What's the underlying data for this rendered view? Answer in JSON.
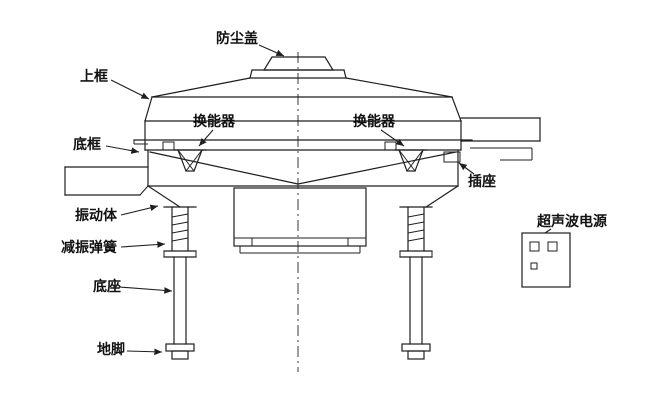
{
  "diagram": {
    "labels": {
      "dust_cover": "防尘盖",
      "upper_frame": "上框",
      "transducer_left": "换能器",
      "transducer_right": "换能器",
      "bottom_frame": "底框",
      "socket": "插座",
      "vibrating_body": "振动体",
      "damping_spring": "减振弹簧",
      "base": "底座",
      "foot": "地脚",
      "ultrasonic_power": "超声波电源"
    },
    "colors": {
      "line": "#1f1f1f",
      "background": "#ffffff"
    }
  }
}
